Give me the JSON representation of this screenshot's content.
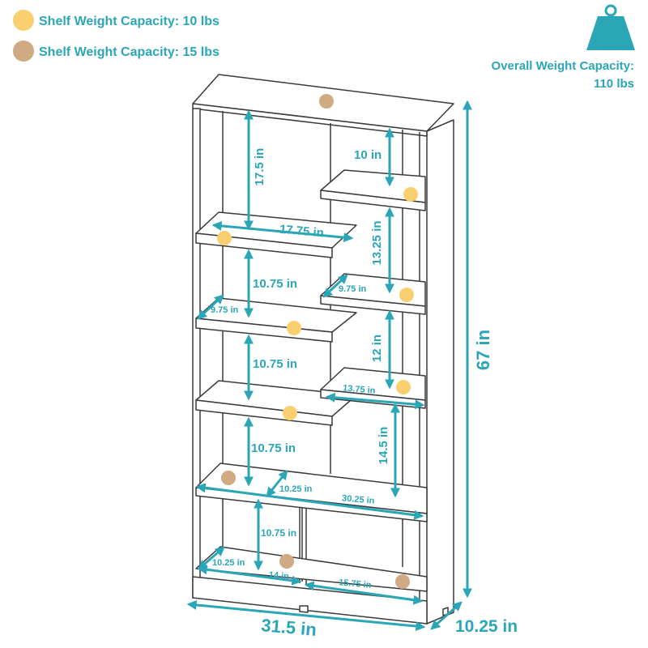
{
  "legend": {
    "items": [
      {
        "label": "Shelf Weight Capacity: 10 lbs",
        "color": "#f9cf6f"
      },
      {
        "label": "Shelf Weight Capacity: 15 lbs",
        "color": "#cfaa82"
      }
    ]
  },
  "capacity": {
    "icon": "weight-icon",
    "line1": "Overall Weight Capacity:",
    "line2": "110 lbs",
    "color": "#2aa6b7"
  },
  "dimensions": {
    "overall_height": "67 in",
    "overall_width": "31.5 in",
    "overall_depth": "10.25 in",
    "left_top_clearance": "17.5 in",
    "left_upper_shelf_width": "17.75 in",
    "left_clearance_2": "10.75 in",
    "left_depth": "9.75 in",
    "left_clearance_3": "10.75 in",
    "left_clearance_4": "10.75 in",
    "right_top_clearance": "10 in",
    "right_clearance_2": "13.25 in",
    "right_depth": "9.75 in",
    "right_clearance_3": "12 in",
    "right_shelf_width": "13.75 in",
    "right_clearance_4": "14.5 in",
    "bottom_depth": "10.25 in",
    "bottom_shelf_width": "30.25 in",
    "cubby_clearance": "10.75 in",
    "cubby_depth": "10.25 in",
    "cubby_left_width": "14 in",
    "cubby_right_width": "15.75 in"
  }
}
